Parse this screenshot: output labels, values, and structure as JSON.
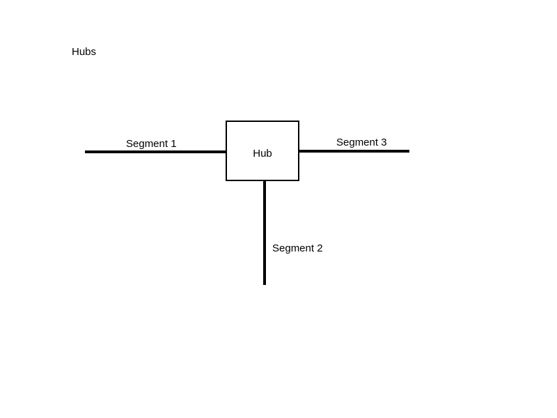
{
  "title": "Hubs",
  "hub": {
    "label": "Hub"
  },
  "segments": [
    {
      "id": "segment-1",
      "label": "Segment 1"
    },
    {
      "id": "segment-2",
      "label": "Segment 2"
    },
    {
      "id": "segment-3",
      "label": "Segment 3"
    }
  ],
  "colors": {
    "line": "#000000",
    "background": "#ffffff"
  }
}
